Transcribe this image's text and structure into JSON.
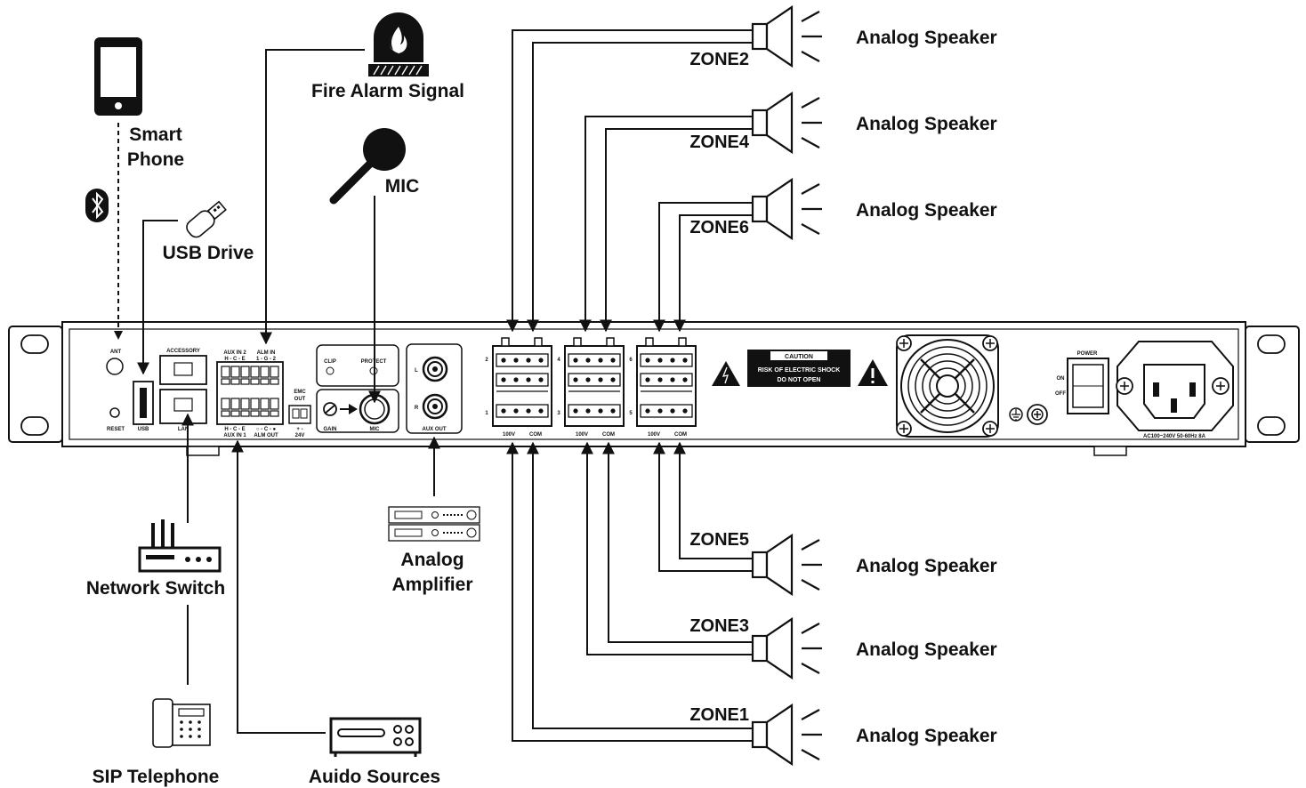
{
  "labels": {
    "smart_phone_line1": "Smart",
    "smart_phone_line2": "Phone",
    "usb_drive": "USB  Drive",
    "fire_alarm": "Fire Alarm Signal",
    "mic": "MIC",
    "network_switch": "Network Switch",
    "sip_telephone": "SIP Telephone",
    "audio_sources": "Auido Sources",
    "analog_amplifier_line1": "Analog",
    "analog_amplifier_line2": "Amplifier"
  },
  "zones": [
    {
      "zone": "ZONE2",
      "speaker": "Analog Speaker"
    },
    {
      "zone": "ZONE4",
      "speaker": "Analog Speaker"
    },
    {
      "zone": "ZONE6",
      "speaker": "Analog Speaker"
    },
    {
      "zone": "ZONE5",
      "speaker": "Analog Speaker"
    },
    {
      "zone": "ZONE3",
      "speaker": "Analog Speaker"
    },
    {
      "zone": "ZONE1",
      "speaker": "Analog Speaker"
    }
  ],
  "panel": {
    "ant": "ANT",
    "reset": "RESET",
    "usb": "USB",
    "accessory": "ACCESSORY",
    "lan": "LAN",
    "aux_in2": "AUX IN 2",
    "aux_in2_pins": "H - C - E",
    "alm_in": "ALM IN",
    "alm_in_pins": "1 - G - 2",
    "aux_in1_pins": "H - C - E",
    "aux_in1": "AUX IN 1",
    "alm_out_pins": "○ - C - ●",
    "alm_out": "ALM OUT",
    "emc_out_line1": "EMC",
    "emc_out_line2": "OUT",
    "emc_pins": "+   -",
    "emc_voltage": "24V",
    "clip": "CLIP",
    "protect": "PROTECT",
    "gain": "GAIN",
    "mic_port": "MIC",
    "aux_l": "L",
    "aux_r": "R",
    "aux_out": "AUX OUT",
    "zone_numbers": [
      "2",
      "4",
      "6",
      "1",
      "3",
      "5"
    ],
    "v100": "100V",
    "com": "COM",
    "caution_title": "CAUTION",
    "caution_line1": "RISK OF ELECTRIC SHOCK",
    "caution_line2": "DO NOT OPEN",
    "power": "POWER",
    "on": "ON",
    "off": "OFF",
    "ac_rating": "AC100~240V 50-60Hz 8A"
  },
  "icons": [
    "smartphone-icon",
    "bluetooth-icon",
    "usb-drive-icon",
    "fire-alarm-icon",
    "microphone-icon",
    "network-switch-icon",
    "sip-telephone-icon",
    "audio-source-icon",
    "analog-amplifier-icon",
    "speaker-icon",
    "fan-icon",
    "ground-icon",
    "warning-icon"
  ]
}
